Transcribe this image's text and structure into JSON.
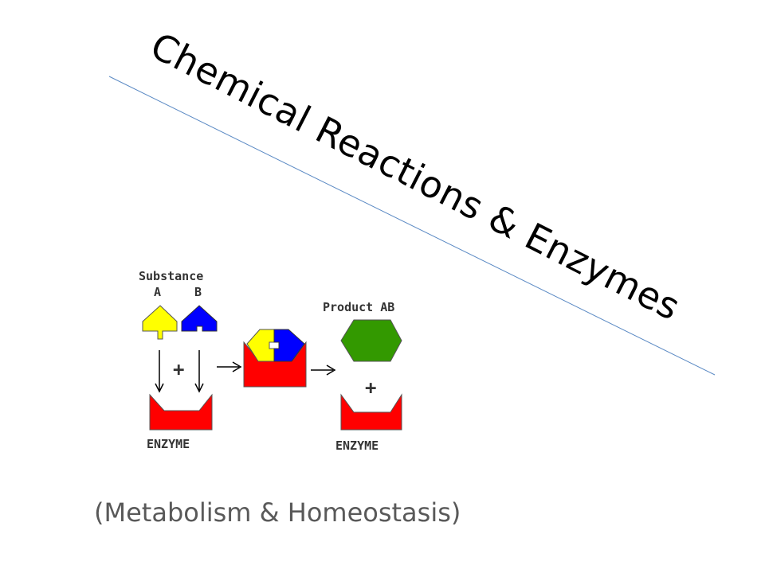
{
  "title": "Chemical Reactions & Enzymes",
  "subtitle": "(Metabolism & Homeostasis)",
  "diagram": {
    "substance_label": "Substance",
    "substance_a": "A",
    "substance_b": "B",
    "product_label": "Product AB",
    "enzyme_label_1": "ENZYME",
    "enzyme_label_2": "ENZYME",
    "plus_1": "+",
    "plus_2": "+",
    "colors": {
      "substance_a": "#ffff00",
      "substance_b": "#0000ff",
      "enzyme": "#ff0000",
      "product": "#339900",
      "divider_line": "#5b8ac4"
    }
  }
}
